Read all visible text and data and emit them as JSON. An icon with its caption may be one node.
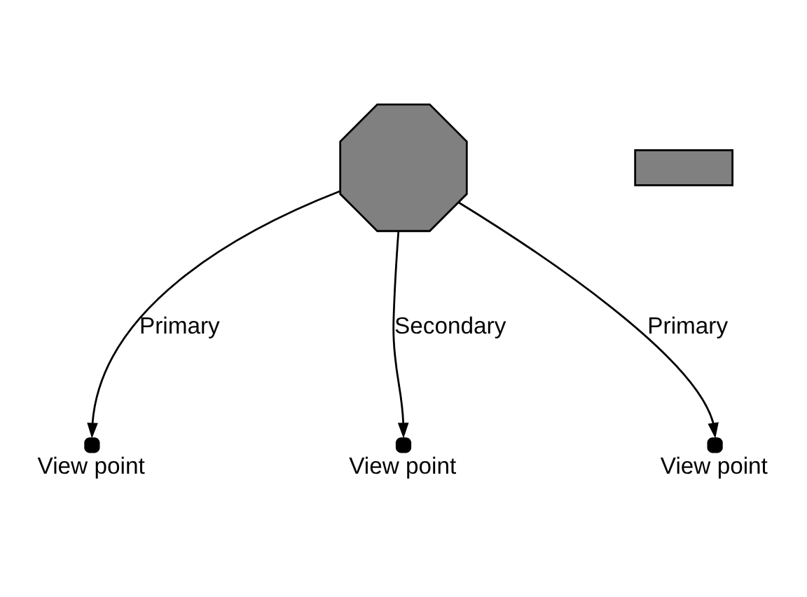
{
  "diagram": {
    "nodes": [
      {
        "text": [],
        "shape": "octagon"
      },
      {
        "text": [],
        "shape": "dot",
        "beside": [
          "View point"
        ]
      },
      {
        "text": [],
        "shape": "dot",
        "beside": [
          "View point"
        ]
      },
      {
        "text": [],
        "shape": "box"
      },
      {
        "text": [],
        "shape": "dot",
        "beside": [
          "View point"
        ]
      }
    ],
    "edges": [
      {
        "from": 0,
        "to": 1,
        "arrow": "to",
        "label": "Primary"
      },
      {
        "from": 0,
        "to": 2,
        "arrow": "to",
        "label": "Secondary"
      },
      {
        "from": 0,
        "to": 4,
        "arrow": "to",
        "label": "Primary"
      }
    ]
  }
}
